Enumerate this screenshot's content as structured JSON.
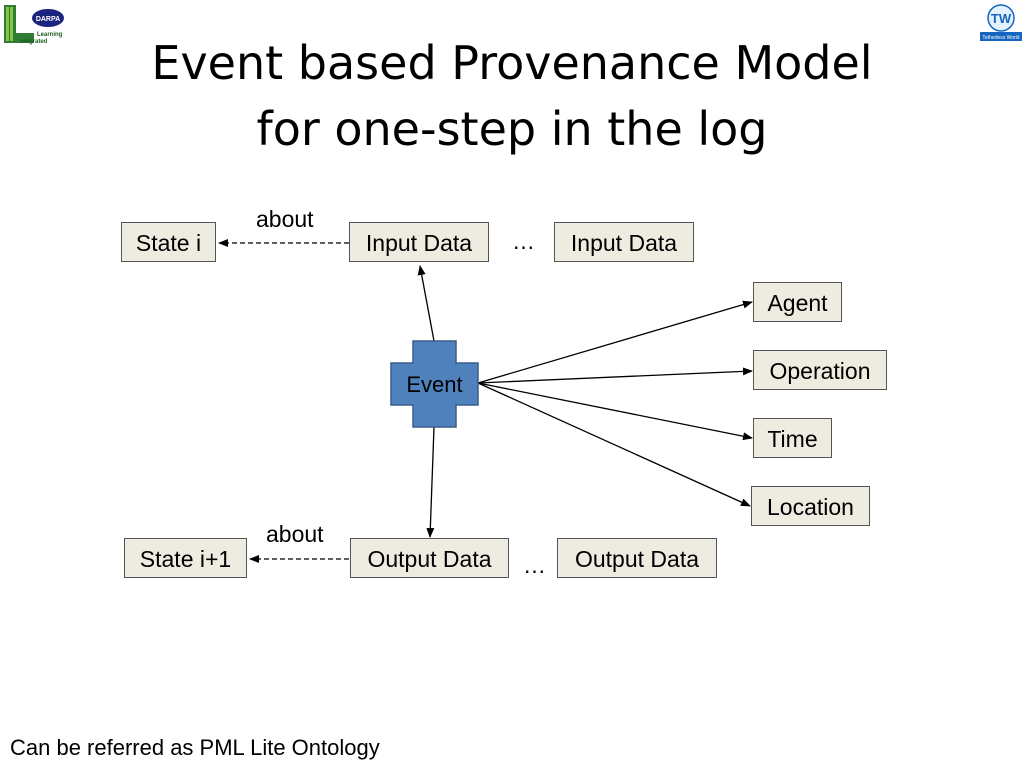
{
  "slide": {
    "title_line1": "Event based Provenance Model",
    "title_line2": "for one-step in the log",
    "footer": "Can be referred as PML Lite Ontology"
  },
  "logos": {
    "left_label": "DARPA",
    "left_caption_1": "Learning",
    "left_caption_2": "ntegrated",
    "right_label": "TW",
    "right_caption": "Tetherless World"
  },
  "nodes": {
    "state_i": "State i",
    "input_data_1": "Input Data",
    "input_data_2": "Input Data",
    "event": "Event",
    "agent": "Agent",
    "operation": "Operation",
    "time": "Time",
    "location": "Location",
    "state_i1": "State i+1",
    "output_data_1": "Output Data",
    "output_data_2": "Output Data"
  },
  "labels": {
    "about_top": "about",
    "about_bottom": "about",
    "ellipsis_top": "…",
    "ellipsis_bottom": "…"
  },
  "colors": {
    "box_fill": "#eeece1",
    "event_fill": "#4f81bd",
    "event_stroke": "#385d8a"
  }
}
